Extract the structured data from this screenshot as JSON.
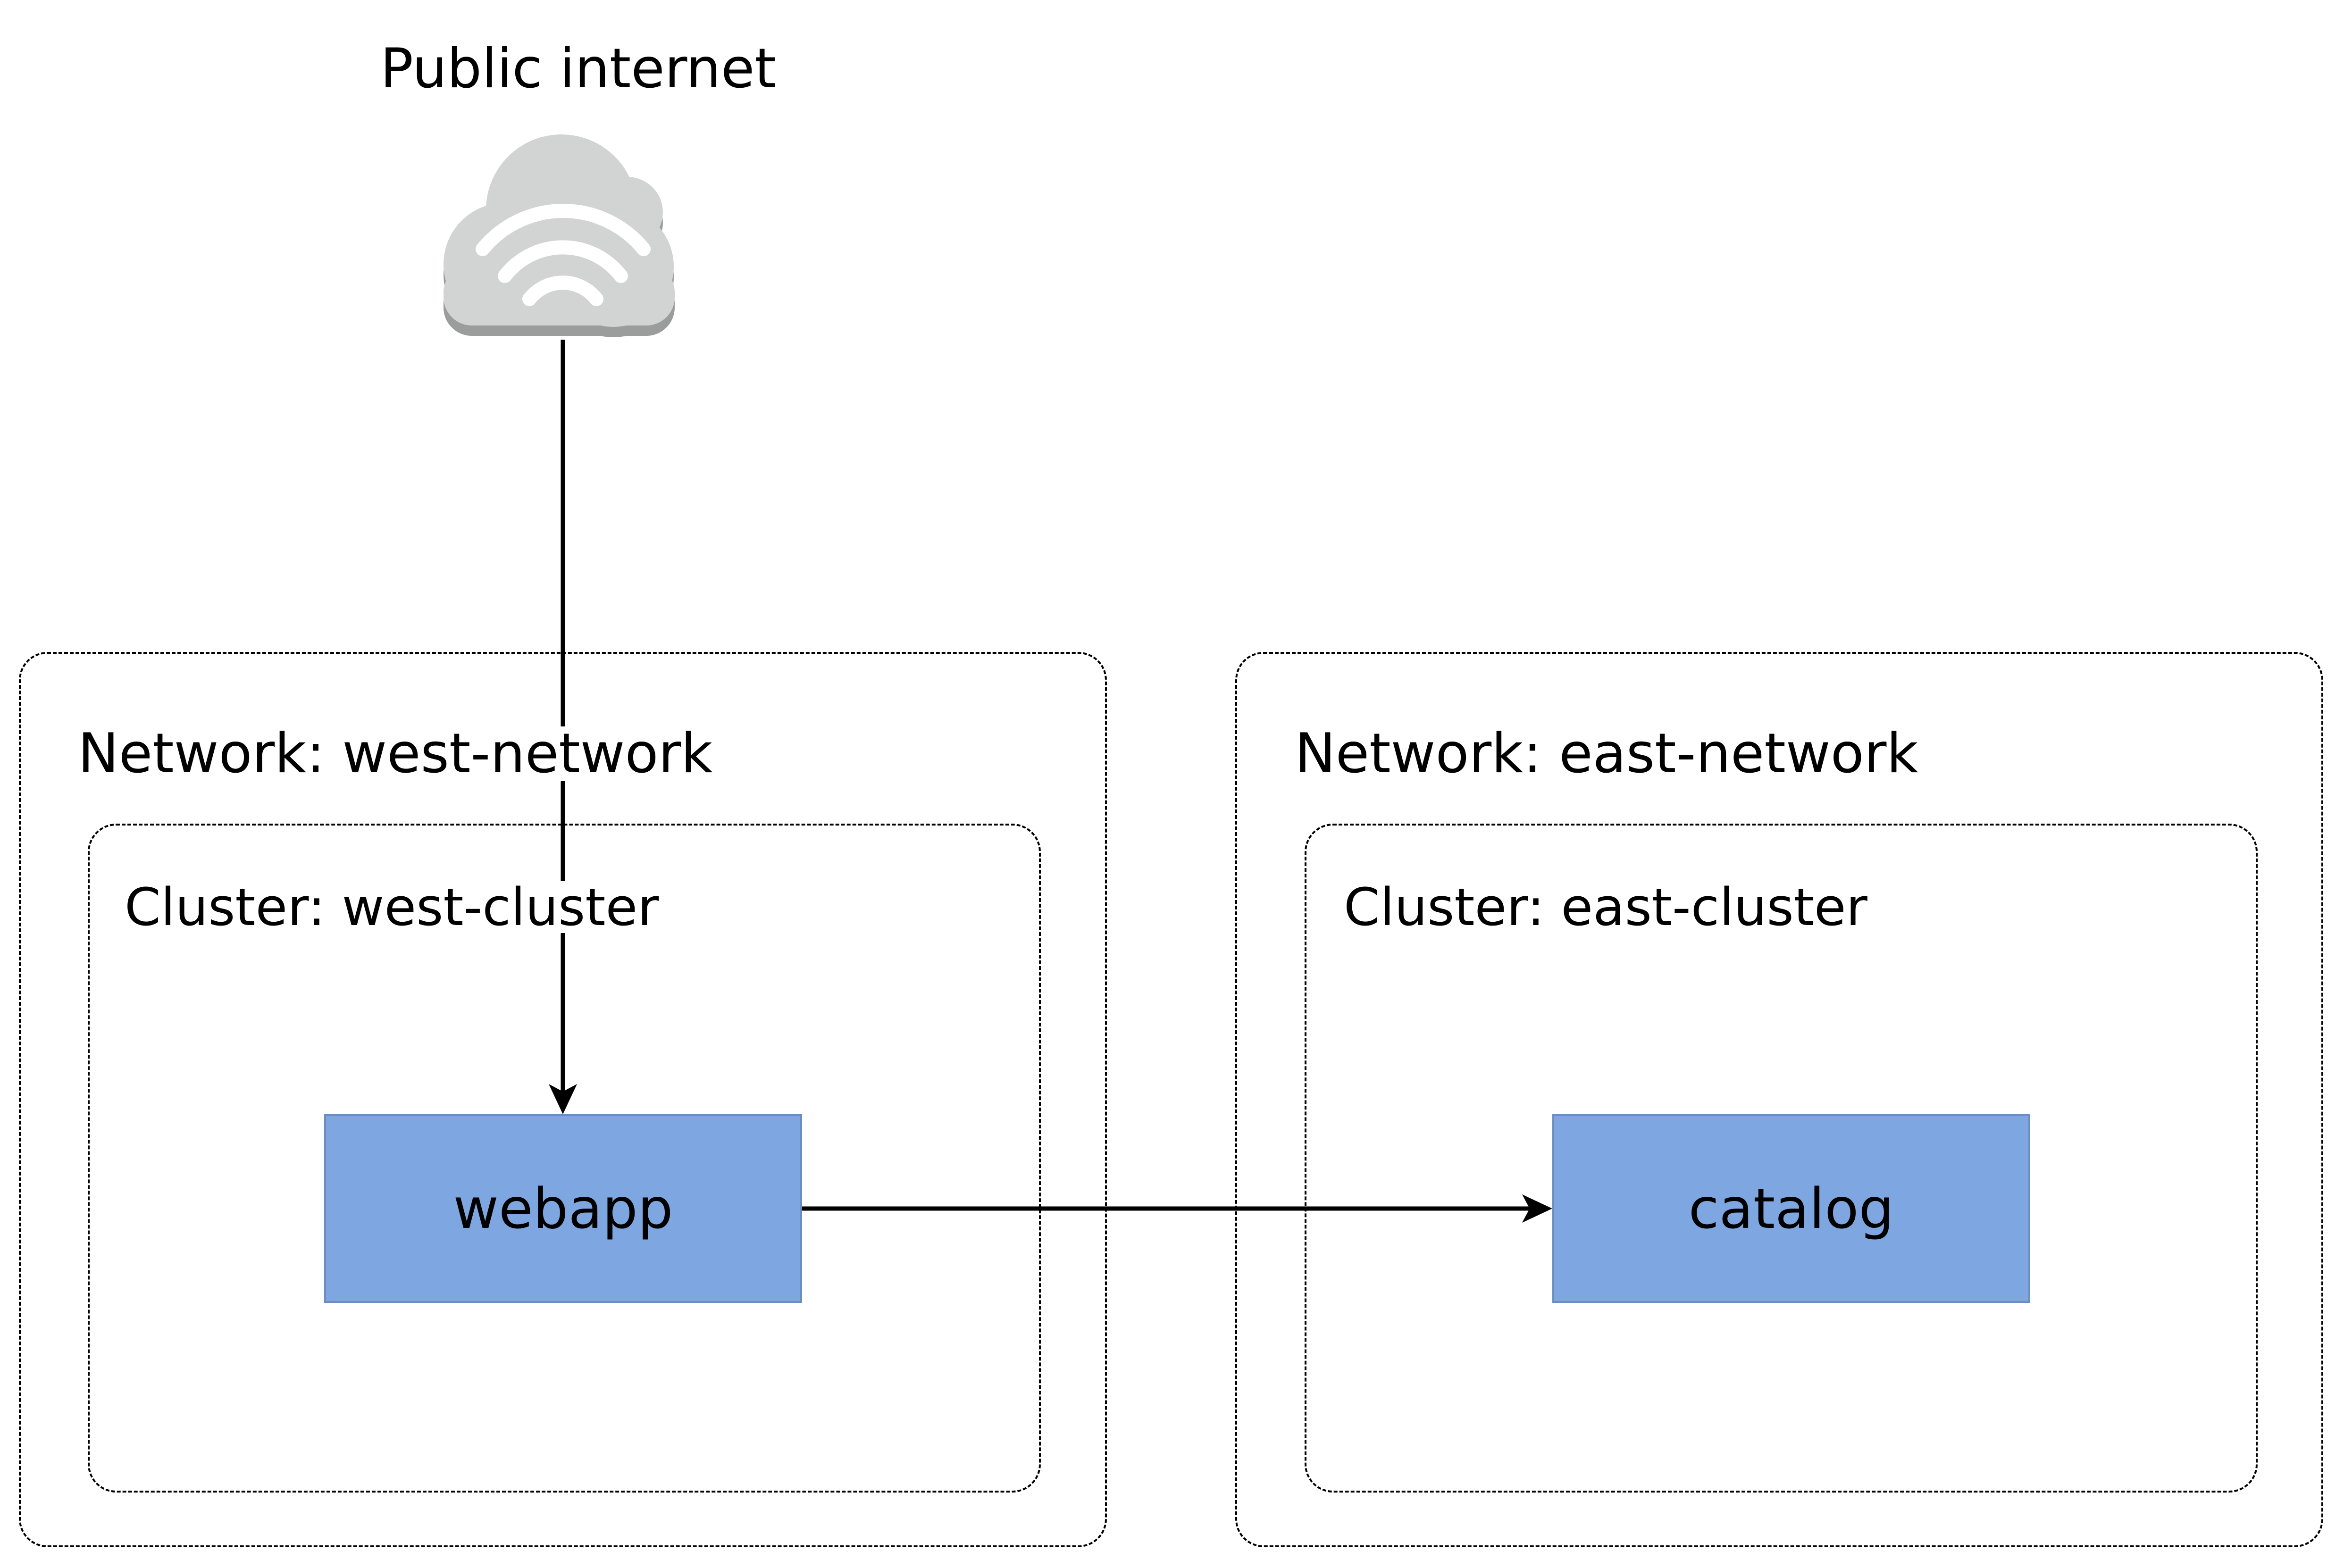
{
  "internet": {
    "label": "Public internet",
    "icon": "cloud-wifi-icon",
    "cloud_color": "#d2d3d3",
    "cloud_shadow_color": "#9b9c9c",
    "wifi_color": "#ffffff"
  },
  "networks": [
    {
      "label": "Network: west-network",
      "cluster": {
        "label": "Cluster: west-cluster",
        "service": {
          "label": "webapp"
        }
      }
    },
    {
      "label": "Network: east-network",
      "cluster": {
        "label": "Cluster: east-cluster",
        "service": {
          "label": "catalog"
        }
      }
    }
  ],
  "connections": [
    {
      "from": "internet",
      "to": "webapp"
    },
    {
      "from": "webapp",
      "to": "catalog"
    }
  ],
  "colors": {
    "service_fill": "#7ea6e0",
    "service_border": "#6c8ebf",
    "line": "#000000"
  }
}
